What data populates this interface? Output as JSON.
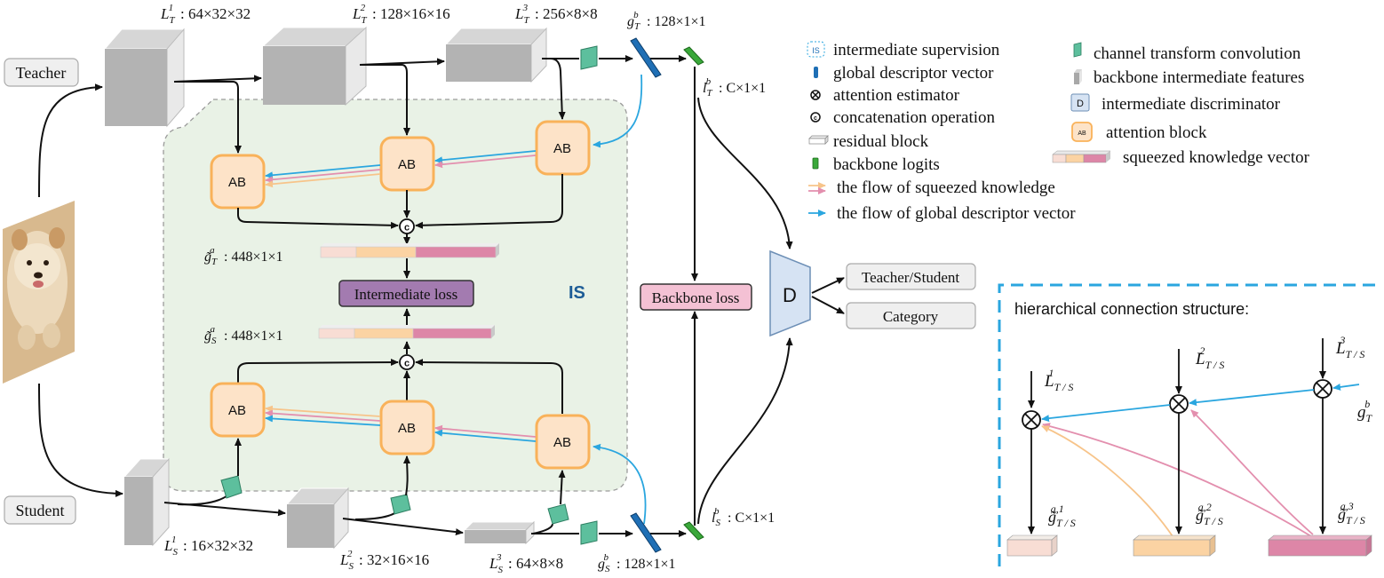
{
  "labels": {
    "teacher": "Teacher",
    "student": "Student",
    "is_label": "IS",
    "ab": "AB",
    "intermediate_loss": "Intermediate loss",
    "backbone_loss": "Backbone loss",
    "discriminator": "D",
    "out_teacher_student": "Teacher/Student",
    "out_category": "Category",
    "concat": "c"
  },
  "dims": {
    "lt1": ": 64×32×32",
    "lt2": ": 128×16×16",
    "lt3": ": 256×8×8",
    "gtb": ": 128×1×1",
    "ltb": ": C×1×1",
    "ls1": ": 16×32×32",
    "ls2": ": 32×16×16",
    "ls3": ": 64×8×8",
    "gsb": ": 128×1×1",
    "lsb": ": C×1×1",
    "gta": ": 448×1×1",
    "gsa": ": 448×1×1"
  },
  "legend": {
    "items": [
      "intermediate supervision",
      "global descriptor vector",
      "attention estimator",
      "concatenation operation",
      "residual block",
      "backbone logits",
      "the flow of squeezed knowledge",
      "the flow of global descriptor vector"
    ],
    "items_right": [
      "channel transform convolution",
      "backbone intermediate features",
      "intermediate discriminator",
      "attention block",
      "squeezed knowledge vector"
    ],
    "icon_is": "IS",
    "icon_d": "D",
    "icon_ab": "AB"
  },
  "inset": {
    "title": "hierarchical connection structure:"
  },
  "colors": {
    "feature_gray": "#b3b3b3",
    "ab_fill": "#fde3c8",
    "ab_border": "#f9b25a",
    "is_region": "#e9f2e6",
    "channel_conv": "#5dbf9d",
    "global_desc": "#1f6fb5",
    "logits": "#3aa83a",
    "flow_blue": "#2aa6df",
    "flow_pink": "#e38fae",
    "flow_orange": "#f7c48a",
    "intermediate_loss": "#a37bb0",
    "backbone_loss": "#f4c1d4",
    "discriminator": "#d6e3f3",
    "seg1": "#f8ddd4",
    "seg2": "#fbd3a3",
    "seg3": "#dd86a7",
    "inset_border": "#2aa6df"
  }
}
